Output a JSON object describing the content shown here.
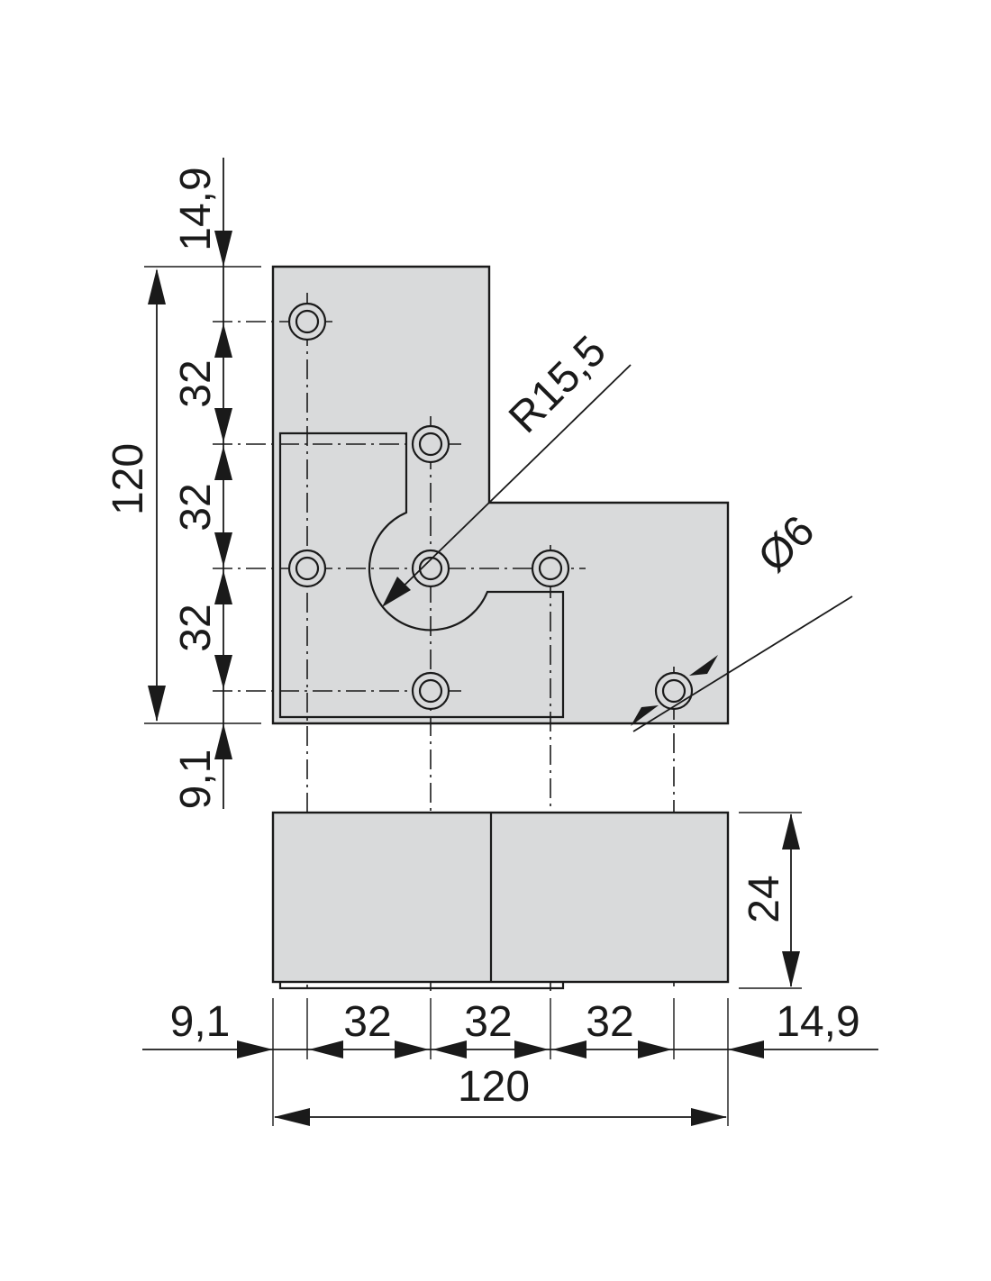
{
  "drawing": {
    "labels": {
      "top_offset": "14,9",
      "left_height": "120",
      "hole_spacing_a": "32",
      "hole_spacing_b": "32",
      "hole_spacing_c": "32",
      "bottom_offset": "9,1",
      "radius": "R15,5",
      "diameter": "Ø6",
      "thickness": "24",
      "h_left_offset": "9,1",
      "h_spacing_a": "32",
      "h_spacing_b": "32",
      "h_spacing_c": "32",
      "h_right_offset": "14,9",
      "overall_width": "120"
    }
  }
}
